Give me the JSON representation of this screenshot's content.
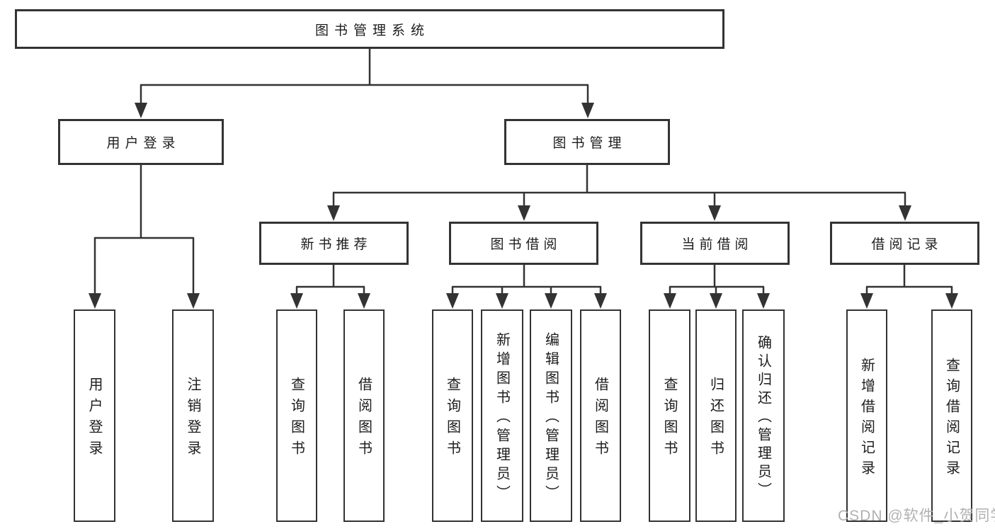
{
  "diagram": {
    "type": "hierarchy-tree",
    "root": {
      "label": "图书管理系统",
      "children": [
        {
          "label": "用户登录",
          "children": [
            {
              "label": "用户登录"
            },
            {
              "label": "注销登录"
            }
          ]
        },
        {
          "label": "图书管理",
          "children": [
            {
              "label": "新书推荐",
              "children": [
                {
                  "label": "查询图书"
                },
                {
                  "label": "借阅图书"
                }
              ]
            },
            {
              "label": "图书借阅",
              "children": [
                {
                  "label": "查询图书"
                },
                {
                  "label": "新增图书（管理员）"
                },
                {
                  "label": "编辑图书（管理员）"
                },
                {
                  "label": "借阅图书"
                }
              ]
            },
            {
              "label": "当前借阅",
              "children": [
                {
                  "label": "查询图书"
                },
                {
                  "label": "归还图书"
                },
                {
                  "label": "确认归还（管理员）"
                }
              ]
            },
            {
              "label": "借阅记录",
              "children": [
                {
                  "label": "新增借阅记录"
                },
                {
                  "label": "查询借阅记录"
                }
              ]
            }
          ]
        }
      ]
    }
  },
  "watermark": {
    "text": "CSDN @软件_小贺同学"
  },
  "colors": {
    "line": "#333333",
    "box_border": "#333333",
    "box_fill": "#ffffff",
    "text": "#1d1d1d",
    "watermark": "#b1b1b1",
    "background": "#ffffff"
  }
}
